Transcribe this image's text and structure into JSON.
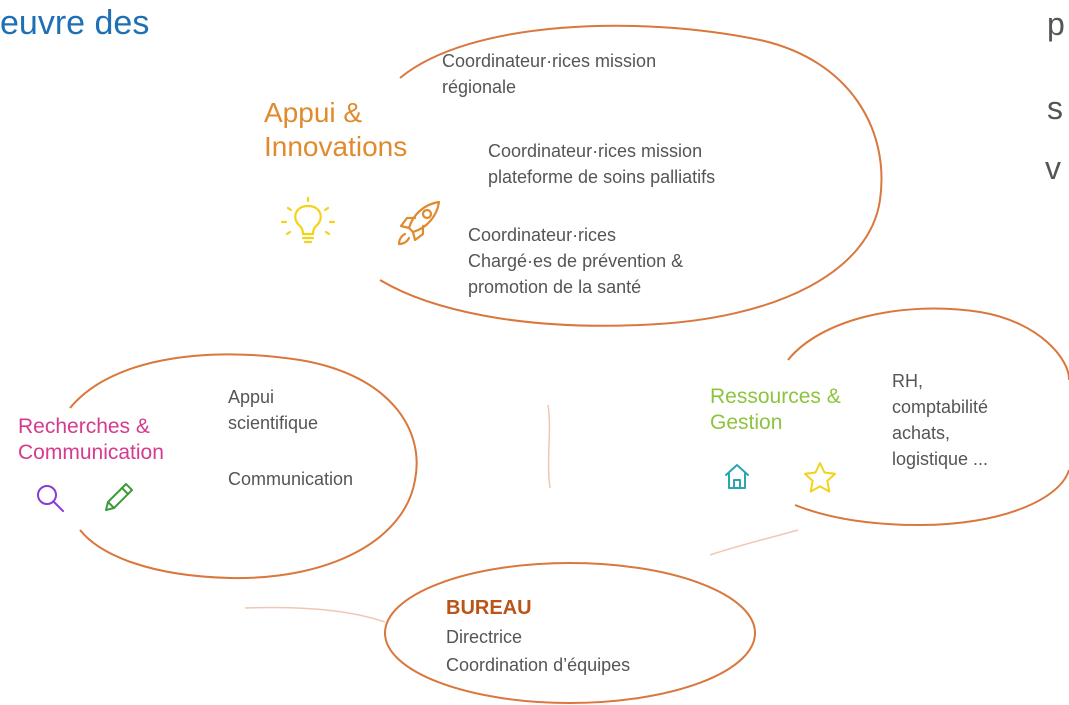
{
  "header": {
    "title_fragment": "euvre des"
  },
  "side_letters": [
    "p",
    "s",
    "v"
  ],
  "appui": {
    "title": "Appui &\nInnovations",
    "item1": "Coordinateur·rices mission\nrégionale",
    "item2": "Coordinateur·rices mission\nplateforme de soins palliatifs",
    "item3": "Coordinateur·rices\nChargé·es de prévention &\npromotion de la santé",
    "icons": [
      "lightbulb-icon",
      "rocket-icon"
    ]
  },
  "recherches": {
    "title": "Recherches &\nCommunication",
    "item1": "Appui\nscientifique",
    "item2": "Communication",
    "icons": [
      "search-icon",
      "pen-icon"
    ]
  },
  "ressources": {
    "title": "Ressources &\nGestion",
    "items": "RH,\ncomptabilité\nachats,\nlogistique ...",
    "icons": [
      "home-icon",
      "star-icon"
    ]
  },
  "bureau": {
    "title": "BUREAU",
    "line1": "Directrice",
    "line2": "Coordination d’équipes"
  },
  "colors": {
    "ellipse_stroke": "#d9773c",
    "appui_title": "#e08a2e",
    "lightbulb": "#f2d21a",
    "rocket": "#e08a2e",
    "recherches_title": "#d63a8e",
    "search_icon": "#8a3ad6",
    "pen_icon": "#3c9a3a",
    "ressources_title": "#8cc43f",
    "home_icon": "#2aa6b0",
    "star_icon": "#f2d21a",
    "bureau_title": "#b9541a",
    "header_title": "#1f6fb5"
  }
}
